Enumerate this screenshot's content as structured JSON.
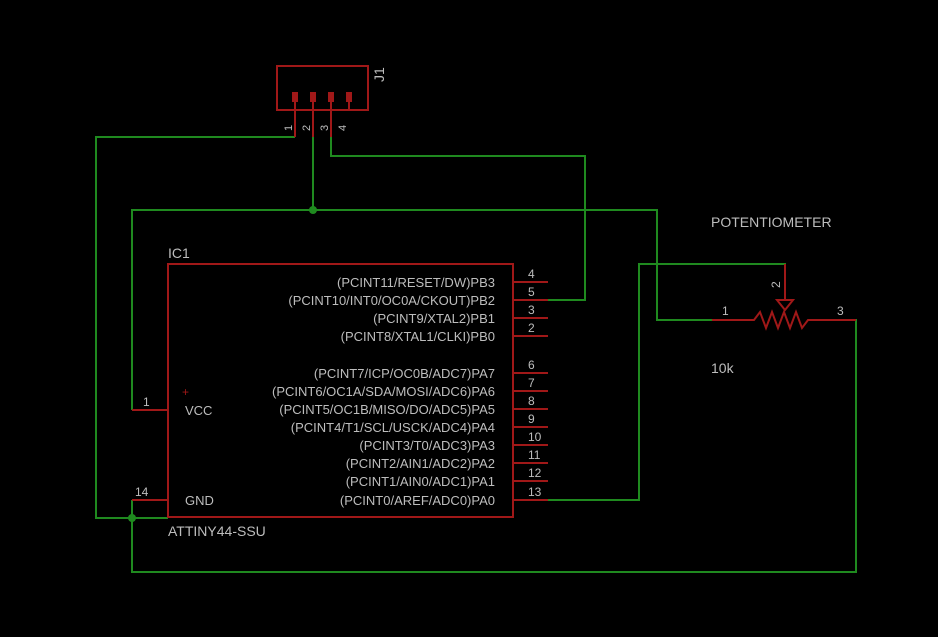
{
  "j1": {
    "ref": "J1",
    "pins": [
      "1",
      "2",
      "3",
      "4"
    ]
  },
  "ic1": {
    "ref": "IC1",
    "value": "ATTINY44-SSU",
    "vcc_label": "VCC",
    "gnd_label": "GND",
    "vcc_pin": "1",
    "gnd_pin": "14",
    "plus_mark": "+",
    "pins": [
      {
        "label": "(PCINT11/RESET/DW)PB3",
        "num": "4"
      },
      {
        "label": "(PCINT10/INT0/OC0A/CKOUT)PB2",
        "num": "5"
      },
      {
        "label": "(PCINT9/XTAL2)PB1",
        "num": "3"
      },
      {
        "label": "(PCINT8/XTAL1/CLKI)PB0",
        "num": "2"
      },
      {
        "label": "(PCINT7/ICP/OC0B/ADC7)PA7",
        "num": "6"
      },
      {
        "label": "(PCINT6/OC1A/SDA/MOSI/ADC6)PA6",
        "num": "7"
      },
      {
        "label": "(PCINT5/OC1B/MISO/DO/ADC5)PA5",
        "num": "8"
      },
      {
        "label": "(PCINT4/T1/SCL/USCK/ADC4)PA4",
        "num": "9"
      },
      {
        "label": "(PCINT3/T0/ADC3)PA3",
        "num": "10"
      },
      {
        "label": "(PCINT2/AIN1/ADC2)PA2",
        "num": "11"
      },
      {
        "label": "(PCINT1/AIN0/ADC1)PA1",
        "num": "12"
      },
      {
        "label": "(PCINT0/AREF/ADC0)PA0",
        "num": "13"
      }
    ]
  },
  "pot": {
    "name": "POTENTIOMETER",
    "value": "10k",
    "pin1": "1",
    "pin2": "2",
    "pin3": "3"
  },
  "colors": {
    "background": "#000000",
    "part": "#a01818",
    "wire": "#1f8a1f",
    "text": "#bdbdbd"
  }
}
